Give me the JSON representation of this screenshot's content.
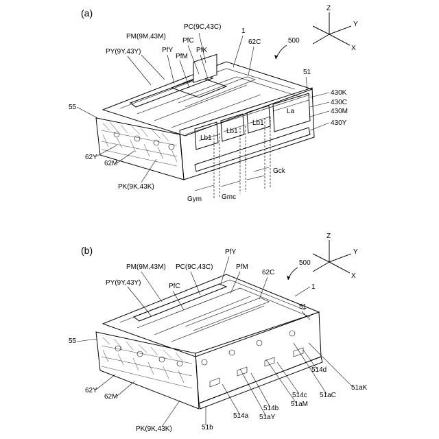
{
  "figure_a": {
    "panel_label": "(a)",
    "axes": {
      "z": "Z",
      "y": "Y",
      "x": "X"
    },
    "ref_500": "500",
    "labels": {
      "pm": "PM(9M,43M)",
      "pc": "PC(9C,43C)",
      "ref1": "1",
      "py": "PY(9Y,43Y)",
      "pfy": "PfY",
      "pfm": "PfM",
      "pfc": "PfC",
      "pfk": "PfK",
      "ref62c": "62C",
      "ref51": "51",
      "ref430k": "430K",
      "ref430c": "430C",
      "ref430m": "430M",
      "ref430y": "430Y",
      "ref55": "55",
      "la": "La",
      "lb1_a": "Lb1",
      "lb1_b": "Lb1",
      "lb1_c": "Lb1",
      "ref62y": "62Y",
      "ref62m": "62M",
      "gck": "Gck",
      "pk": "PK(9K,43K)",
      "gym": "Gym",
      "gmc": "Gmc"
    }
  },
  "figure_b": {
    "panel_label": "(b)",
    "axes": {
      "z": "Z",
      "y": "Y",
      "x": "X"
    },
    "ref_500": "500",
    "labels": {
      "pfy": "PfY",
      "pm": "PM(9M,43M)",
      "pc": "PC(9C,43C)",
      "pfm": "PfM",
      "py": "PY(9Y,43Y)",
      "pfc": "PfC",
      "ref62c": "62C",
      "ref1": "1",
      "ref51": "51",
      "ref55": "55",
      "ref62y": "62Y",
      "ref62m": "62M",
      "ref514d": "514d",
      "ref514c": "514c",
      "ref51ac": "51aC",
      "ref51ak": "51aK",
      "ref514b": "514b",
      "ref51am": "51aM",
      "ref514a": "514a",
      "ref51ay": "51aY",
      "pk": "PK(9K,43K)",
      "ref51b": "51b"
    }
  }
}
